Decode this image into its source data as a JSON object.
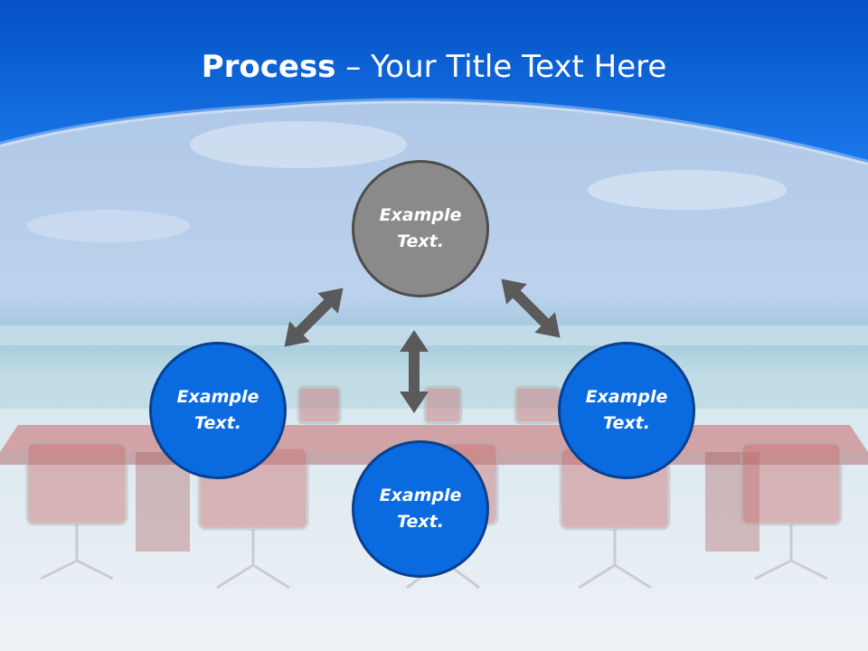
{
  "slide": {
    "title_bold": "Process",
    "title_rest": " – Your Title Text Here"
  },
  "nodes": [
    {
      "label": "Example Text.",
      "color": "#8a8a8a"
    },
    {
      "label": "Example Text.",
      "color": "#0a6be0"
    },
    {
      "label": "Example Text.",
      "color": "#0a6be0"
    },
    {
      "label": "Example Text.",
      "color": "#0a6be0"
    }
  ],
  "colors": {
    "header_blue": "#0a5fd6",
    "arrow_gray": "#5a5a5a"
  },
  "icons": [
    "double-arrow-icon"
  ]
}
